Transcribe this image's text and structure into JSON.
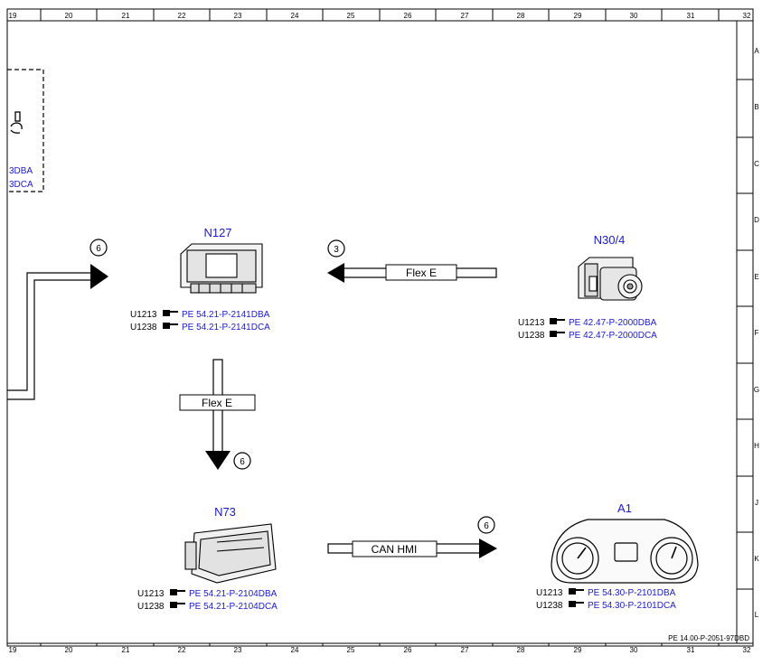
{
  "frame": {
    "columns": [
      "19",
      "20",
      "21",
      "22",
      "23",
      "24",
      "25",
      "26",
      "27",
      "28",
      "29",
      "30",
      "31",
      "32"
    ],
    "rows": [
      "A",
      "B",
      "C",
      "D",
      "E",
      "F",
      "G",
      "H",
      "J",
      "K",
      "L"
    ]
  },
  "partial_component": {
    "refs": [
      "3DBA",
      "3DCA"
    ]
  },
  "components": {
    "n127": {
      "name": "N127",
      "codes": [
        "U1213",
        "U1238"
      ],
      "refs": [
        "PE 54.21-P-2141DBA",
        "PE 54.21-P-2141DCA"
      ]
    },
    "n30_4": {
      "name": "N30/4",
      "codes": [
        "U1213",
        "U1238"
      ],
      "refs": [
        "PE 42.47-P-2000DBA",
        "PE 42.47-P-2000DCA"
      ]
    },
    "n73": {
      "name": "N73",
      "codes": [
        "U1213",
        "U1238"
      ],
      "refs": [
        "PE 54.21-P-2104DBA",
        "PE 54.21-P-2104DCA"
      ]
    },
    "a1": {
      "name": "A1",
      "codes": [
        "U1213",
        "U1238"
      ],
      "refs": [
        "PE 54.30-P-2101DBA",
        "PE 54.30-P-2101DCA"
      ]
    }
  },
  "connections": {
    "left_in": {
      "marker": "6"
    },
    "flex_e_horizontal": {
      "label": "Flex E",
      "marker": "3"
    },
    "flex_e_vertical": {
      "label": "Flex E",
      "marker": "6"
    },
    "can_hmi": {
      "label": "CAN HMI",
      "marker": "6"
    }
  },
  "document_id": "PE 14.00-P-2051-97DBD"
}
